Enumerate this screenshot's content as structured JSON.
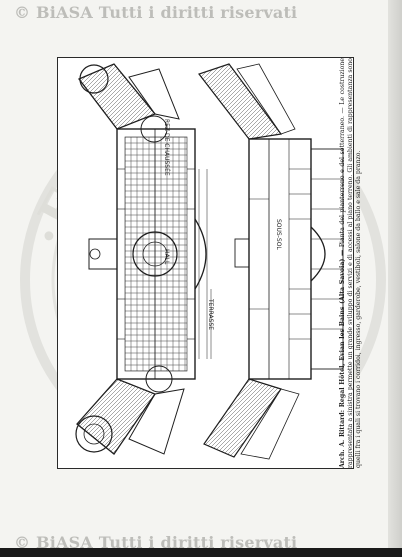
{
  "watermark": {
    "top_text": "© BiASA Tutti i diritti riservati",
    "bottom_text": "© BiASA Tutti i diritti riservati"
  },
  "seal": {
    "ring_text": "·ED·S·CO·"
  },
  "plate": {
    "caption_lead": "Arch. A. Rittard: Regal Hôtel, Evian les Bains (Alta Savoia) —",
    "caption_body": "Pianta del pianterreno e del sotterraneo. — Le costruzione rappresentata a sinistra permette un grande sviluppo di servizi e di accessi al piano terreno. Gli ambienti di rappresentanza sono quelli fra i quali si trovano i corridoi, ingresso, garderobe, vestiboli, salone da ballo e sale da pranzo.",
    "plan_labels": {
      "upper_plan": "REZ DE CHAUSSÉE",
      "upper_hall": "HALL",
      "lower_plan": "SOUS-SOL",
      "lower_terrace": "TERRASSE"
    }
  },
  "colors": {
    "paper": "#f4f4f1",
    "ink": "#1e1e1e",
    "watermark": "#bdbdb9",
    "seal": "#dededa"
  }
}
